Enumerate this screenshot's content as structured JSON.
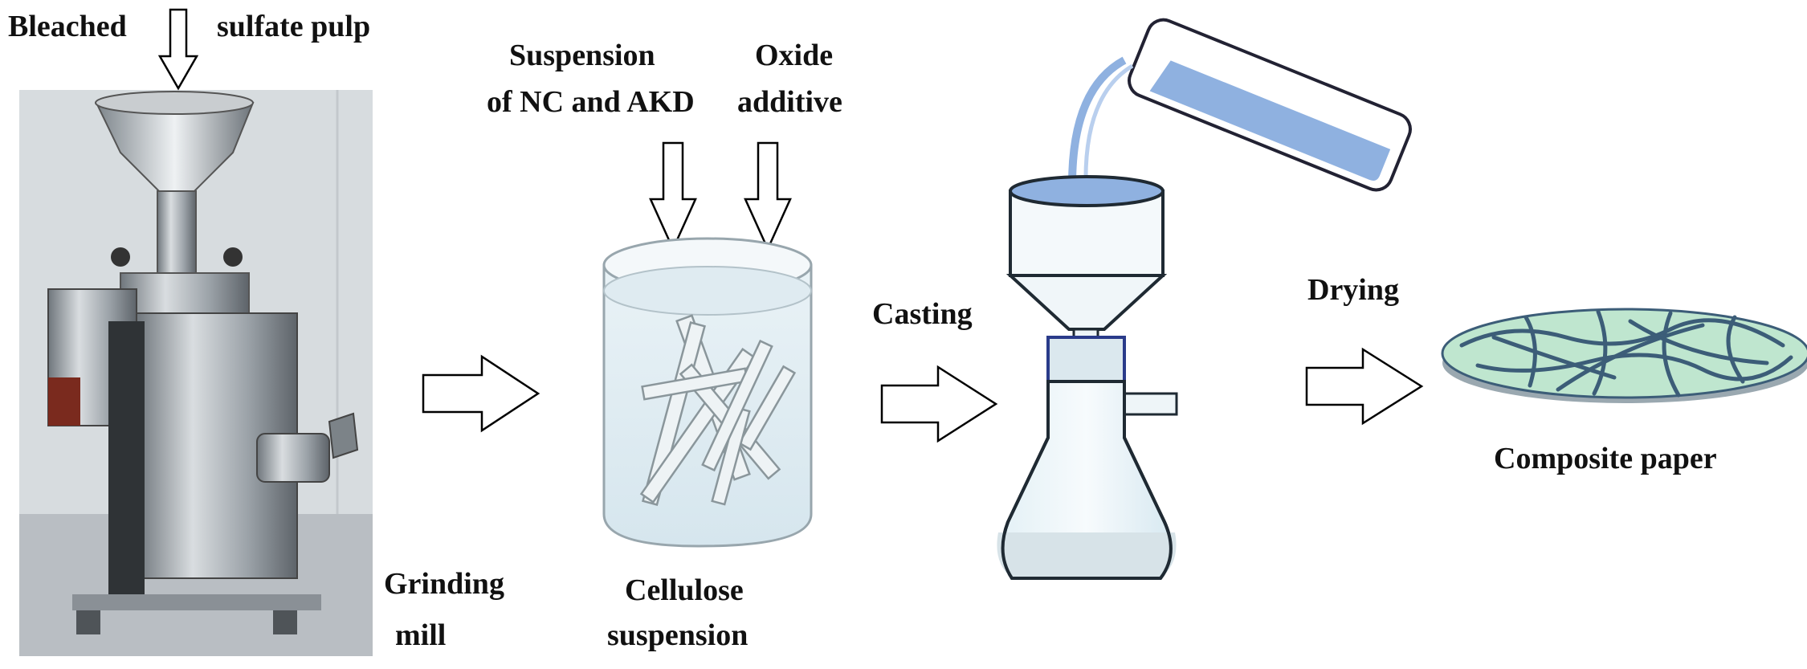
{
  "labels": {
    "pulp_left": "Bleached",
    "pulp_right": "sulfate pulp",
    "suspension_l1": "Suspension",
    "suspension_l2": "of NC and AKD",
    "oxide_l1": "Oxide",
    "oxide_l2": "additive",
    "grinding_l1": "Grinding",
    "grinding_l2": "mill",
    "cellulose_l1": "Cellulose",
    "cellulose_l2": "suspension",
    "casting": "Casting",
    "drying": "Drying",
    "composite": "Composite paper"
  },
  "colors": {
    "text": "#111111",
    "arrow_stroke": "#000000",
    "machine_steel": "#a7adb2",
    "machine_bg": "#dfe3e6",
    "liquid_blue": "#8fb1e0",
    "flask_liquid": "#d7e6ee",
    "paper_green": "#bfe6cf",
    "paper_lines": "#3c5d78"
  }
}
